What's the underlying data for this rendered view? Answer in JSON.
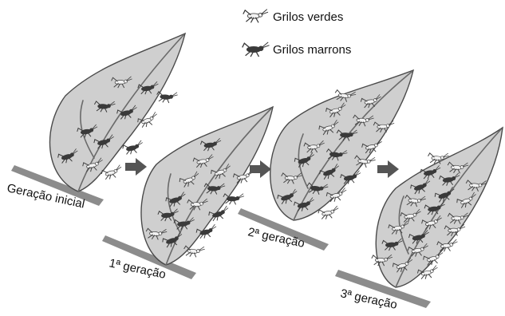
{
  "legend": {
    "green_label": "Grilos verdes",
    "brown_label": "Grilos marrons",
    "colors": {
      "green_cricket": "#f2f2f2",
      "brown_cricket": "#3a3a3a"
    }
  },
  "generations": [
    {
      "label": "Geração inicial",
      "green_count": 4,
      "brown_count": 8
    },
    {
      "label": "1ª geração",
      "green_count": 7,
      "brown_count": 9
    },
    {
      "label": "2ª geração",
      "green_count": 12,
      "brown_count": 8
    },
    {
      "label": "3ª geração",
      "green_count": 16,
      "brown_count": 7
    }
  ],
  "icons": {
    "arrow": "right-arrow-icon",
    "green_cricket": "green-cricket-icon",
    "brown_cricket": "brown-cricket-icon"
  }
}
